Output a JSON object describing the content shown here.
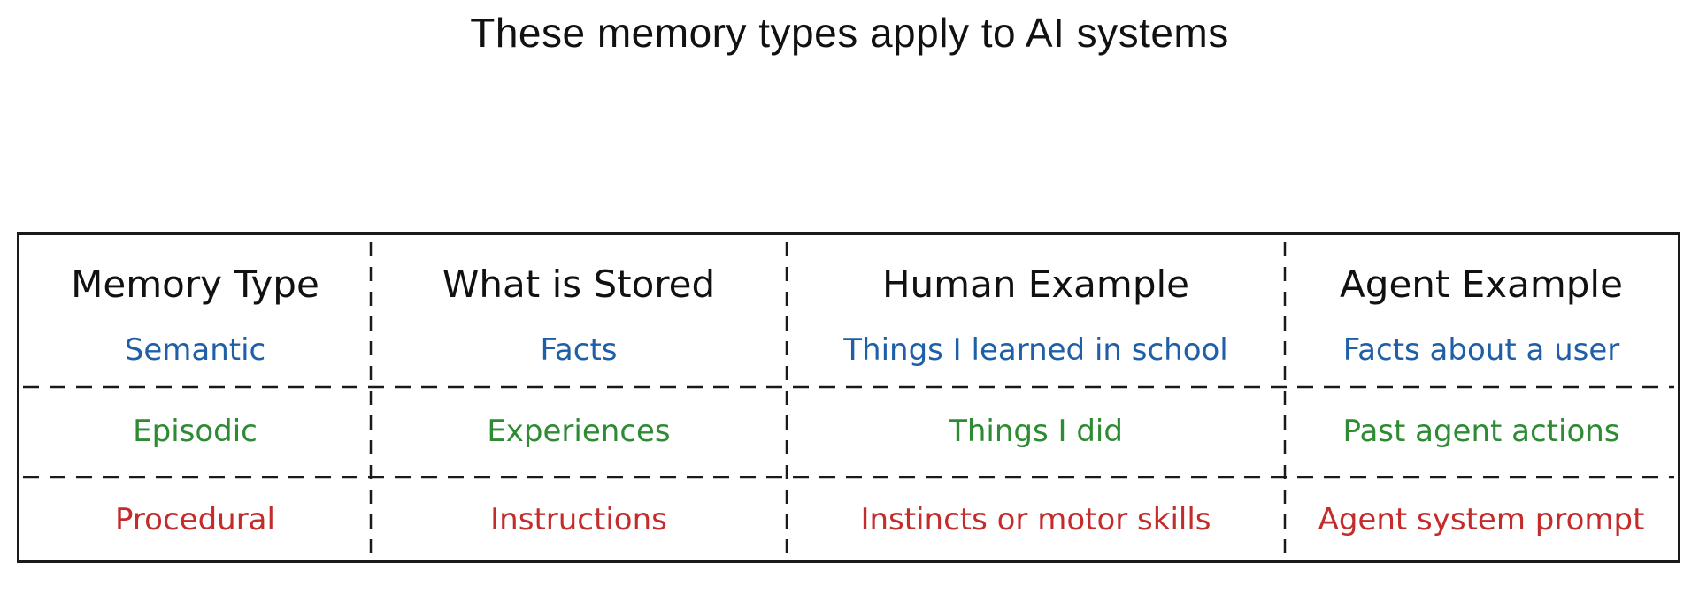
{
  "title": "These memory types apply to AI systems",
  "table": {
    "headers": [
      "Memory Type",
      "What is Stored",
      "Human Example",
      "Agent Example"
    ],
    "rows": [
      {
        "color": "#1f5fa8",
        "cells": [
          "Semantic",
          "Facts",
          "Things I learned in school",
          "Facts about a user"
        ]
      },
      {
        "color": "#2e8b34",
        "cells": [
          "Episodic",
          "Experiences",
          "Things I did",
          "Past agent actions"
        ]
      },
      {
        "color": "#c42b2b",
        "cells": [
          "Procedural",
          "Instructions",
          "Instincts or motor skills",
          "Agent system prompt"
        ]
      }
    ]
  }
}
